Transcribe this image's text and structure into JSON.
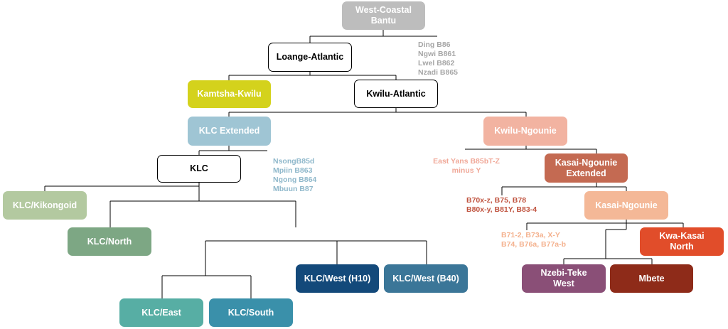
{
  "nodes": {
    "west_coastal": {
      "label": "West-Coastal\nBantu",
      "color": "#bdbdbd"
    },
    "loange_atlantic": {
      "label": "Loange-Atlantic"
    },
    "kamtsha_kwilu": {
      "label": "Kamtsha-Kwilu",
      "color": "#d4d21c"
    },
    "kwilu_atlantic": {
      "label": "Kwilu-Atlantic"
    },
    "klc_extended": {
      "label": "KLC Extended",
      "color": "#9fc5d4"
    },
    "kwilu_ngounie": {
      "label": "Kwilu-Ngounie",
      "color": "#f2b3a1"
    },
    "klc": {
      "label": "KLC"
    },
    "kasai_ngounie_ext": {
      "label": "Kasai-Ngounie\nExtended",
      "color": "#c46a52"
    },
    "klc_kikongoid": {
      "label": "KLC/Kikongoid",
      "color": "#b3c9a0"
    },
    "kasai_ngounie": {
      "label": "Kasai-Ngounie",
      "color": "#f4b897"
    },
    "klc_north": {
      "label": "KLC/North",
      "color": "#7da784"
    },
    "kwa_kasai_north": {
      "label": "Kwa-Kasai\nNorth",
      "color": "#e14d2a"
    },
    "klc_west_h10": {
      "label": "KLC/West (H10)",
      "color": "#13497a"
    },
    "klc_west_b40": {
      "label": "KLC/West (B40)",
      "color": "#3b7698"
    },
    "nzebi_teke_west": {
      "label": "Nzebi-Teke\nWest",
      "color": "#8a4f77"
    },
    "mbete": {
      "label": "Mbete",
      "color": "#8e2b19"
    },
    "klc_east": {
      "label": "KLC/East",
      "color": "#57aea4"
    },
    "klc_south": {
      "label": "KLC/South",
      "color": "#3a90aa"
    }
  },
  "notes": {
    "ding_group": {
      "text": "Ding B86\nNgwi B861\nLwel B862\nNzadi B865",
      "color": "#a6a6a6"
    },
    "nsong_group": {
      "text": "NsongB85d\nMpiin B863\nNgong B864\nMbuun B87",
      "color": "#8fb8cb"
    },
    "east_yans": {
      "text": "East Yans B85bT-Z\nminus Y",
      "color": "#f0a898"
    },
    "b70_group": {
      "text": "B70x-z, B75, B78\nB80x-y, B81Y, B83-4",
      "color": "#c0533f"
    },
    "b71_group": {
      "text": "B71-2, B73a, X-Y\nB74, B76a, B77a-b",
      "color": "#f4b28f"
    }
  }
}
